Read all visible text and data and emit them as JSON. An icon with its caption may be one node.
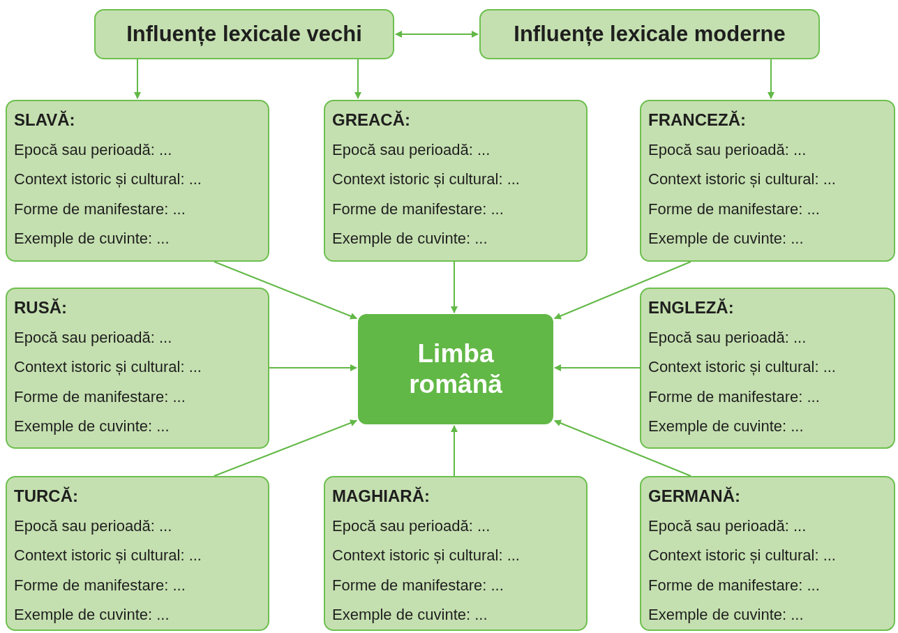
{
  "diagram": {
    "nodes": [
      {
        "text": [
          "Influențe lexicale vechi"
        ]
      },
      {
        "text": [
          "Influențe lexicale moderne"
        ]
      },
      {
        "text": [
          "SLAVĂ:",
          "Epocă sau perioadă: ...",
          "Context istoric și cultural: ...",
          "Forme de manifestare: ...",
          "Exemple de cuvinte: ..."
        ]
      },
      {
        "text": [
          "GREACĂ:",
          "Epocă sau perioadă: ...",
          "Context istoric și cultural: ...",
          "Forme de manifestare: ...",
          "Exemple de cuvinte: ..."
        ]
      },
      {
        "text": [
          "FRANCEZĂ:",
          "Epocă sau perioadă: ...",
          "Context istoric și cultural: ...",
          "Forme de manifestare: ...",
          "Exemple de cuvinte: ..."
        ]
      },
      {
        "text": [
          "RUSĂ:",
          "Epocă sau perioadă: ...",
          "Context istoric și cultural: ...",
          "Forme de manifestare: ...",
          "Exemple de cuvinte: ..."
        ]
      },
      {
        "text": [
          "Limba română"
        ]
      },
      {
        "text": [
          "ENGLEZĂ:",
          "Epocă sau perioadă: ...",
          "Context istoric și cultural: ...",
          "Forme de manifestare: ...",
          "Exemple de cuvinte: ..."
        ]
      },
      {
        "text": [
          "TURCĂ:",
          "Epocă sau perioadă: ...",
          "Context istoric și cultural: ...",
          "Forme de manifestare: ...",
          "Exemple de cuvinte: ..."
        ]
      },
      {
        "text": [
          "MAGHIARĂ:",
          "Epocă sau perioadă: ...",
          "Context istoric și cultural: ...",
          "Forme de manifestare: ...",
          "Exemple de cuvinte: ..."
        ]
      },
      {
        "text": [
          "GERMANĂ:",
          "Epocă sau perioadă: ...",
          "Context istoric și cultural: ...",
          "Forme de manifestare: ...",
          "Exemple de cuvinte: ..."
        ]
      }
    ],
    "edges": [
      {
        "from": 0,
        "to": 1,
        "arrow": "both"
      },
      {
        "from": 0,
        "to": 2,
        "arrow": "to"
      },
      {
        "from": 0,
        "to": 3,
        "arrow": "to"
      },
      {
        "from": 1,
        "to": 4,
        "arrow": "to"
      },
      {
        "from": 2,
        "to": 6,
        "arrow": "to"
      },
      {
        "from": 3,
        "to": 6,
        "arrow": "to"
      },
      {
        "from": 4,
        "to": 6,
        "arrow": "to"
      },
      {
        "from": 5,
        "to": 6,
        "arrow": "to"
      },
      {
        "from": 7,
        "to": 6,
        "arrow": "to"
      },
      {
        "from": 8,
        "to": 6,
        "arrow": "to"
      },
      {
        "from": 9,
        "to": 6,
        "arrow": "to"
      },
      {
        "from": 10,
        "to": 6,
        "arrow": "to"
      }
    ]
  }
}
